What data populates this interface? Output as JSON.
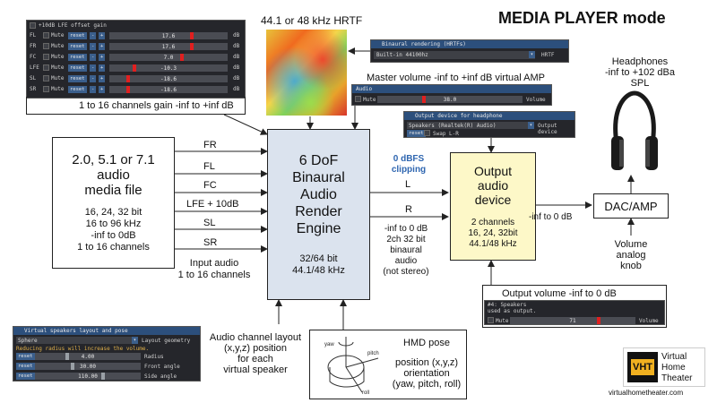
{
  "title": "MEDIA PLAYER mode",
  "hrtf_label": "44.1 or 48 kHz HRTF",
  "source_box": {
    "line1": "2.0, 5.1 or 7.1",
    "line2": "audio",
    "line3": "media file",
    "spec1": "16, 24, 32 bit",
    "spec2": "16 to 96 kHz",
    "spec3": "-inf to 0dB",
    "spec4": "1 to 16 channels"
  },
  "channels": [
    "FR",
    "FL",
    "FC",
    "LFE + 10dB",
    "SL",
    "SR"
  ],
  "input_audio": {
    "line1": "Input audio",
    "line2": "1 to 16 channels"
  },
  "engine": {
    "line1": "6 DoF",
    "line2": "Binaural",
    "line3": "Audio",
    "line4": "Render",
    "line5": "Engine",
    "spec1": "32/64 bit",
    "spec2": "44.1/48 kHz"
  },
  "clipping": {
    "line1": "0 dBFS",
    "line2": "clipping"
  },
  "lr": {
    "l": "L",
    "r": "R"
  },
  "binaural_out": {
    "line1": "-inf to 0 dB",
    "line2": "2ch 32 bit",
    "line3": "binaural",
    "line4": "audio",
    "line5": "(not stereo)"
  },
  "output_device": {
    "line1": "Output",
    "line2": "audio",
    "line3": "device",
    "spec1": "2 channels",
    "spec2": "16, 24, 32bit",
    "spec3": "44.1/48 kHz"
  },
  "dac_amp": "DAC/AMP",
  "dac_label": "-inf to 0 dB",
  "headphones": {
    "line1": "Headphones",
    "line2": "-inf to +102 dBa",
    "line3": "SPL"
  },
  "volume_knob": {
    "line1": "Volume",
    "line2": "analog",
    "line3": "knob"
  },
  "master_volume_label": "Master volume -inf to +inf dB virtual AMP",
  "output_volume_label": "Output volume -inf to 0 dB",
  "channels_gain_label": "1 to 16 channels gain -inf to +inf dB",
  "layout_label": {
    "line1": "Audio channel layout",
    "line2": "(x,y,z) position",
    "line3": "for each",
    "line4": "virtual speaker"
  },
  "hmd_pose": {
    "line1": "HMD pose",
    "line2": "position (x,y,z)",
    "line3": "orientation",
    "line4": "(yaw, pitch, roll)"
  },
  "hmd_axes": {
    "yaw": "yaw",
    "pitch": "pitch",
    "roll": "roll"
  },
  "logo": {
    "line1": "Virtual",
    "line2": "Home",
    "line3": "Theater",
    "url": "virtualhometheater.com"
  },
  "gain_panel": {
    "header": "+10dB LFE offset gain",
    "rows": [
      {
        "label": "FL",
        "value": "17.6",
        "level": 0.7
      },
      {
        "label": "FR",
        "value": "17.6",
        "level": 0.7
      },
      {
        "label": "FC",
        "value": "7.0",
        "level": 0.62
      },
      {
        "label": "LFE",
        "value": "-10.3",
        "level": 0.2
      },
      {
        "label": "SL",
        "value": "-18.6",
        "level": 0.15
      },
      {
        "label": "SR",
        "value": "-18.6",
        "level": 0.15
      }
    ],
    "mute": "Mute",
    "reset": "reset",
    "minus": "-",
    "plus": "+",
    "unit": "dB"
  },
  "binaural_panel": {
    "title": "Binaural rendering (HRTFs)",
    "value": "Built-in 44100hz",
    "suffix": "HRTF"
  },
  "master_panel": {
    "title": "Audio",
    "mute": "Mute",
    "value": "38.0",
    "suffix": "Volume"
  },
  "device_panel": {
    "title": "Output device for headphone",
    "value": "Speakers (Realtek(R) Audio)",
    "suffix": "Output device",
    "reset": "reset",
    "swap": "Swap L-R"
  },
  "output_vol_panel": {
    "line1": "#4: Speakers",
    "line2": "used as output.",
    "mute": "Mute",
    "value": "71",
    "suffix": "Volume",
    "level": 0.71
  },
  "layout_panel": {
    "title": "Virtual speakers layout and pose",
    "select": "Sphere",
    "select_suffix": "Layout geometry",
    "warning": "Reducing radius will increase the volume.",
    "rows": [
      {
        "value": "4.00",
        "suffix": "Radius",
        "level": 0.3
      },
      {
        "value": "30.00",
        "suffix": "Front angle",
        "level": 0.35
      },
      {
        "value": "110.00",
        "suffix": "Side angle",
        "level": 0.65
      }
    ],
    "reset": "reset"
  },
  "colors": {
    "engine_fill": "#dbe3ee",
    "output_fill": "#fdf8c8",
    "clipping": "#2f66b0",
    "slider_grab": "#e02020",
    "panel_title": "#2c4f7c"
  }
}
